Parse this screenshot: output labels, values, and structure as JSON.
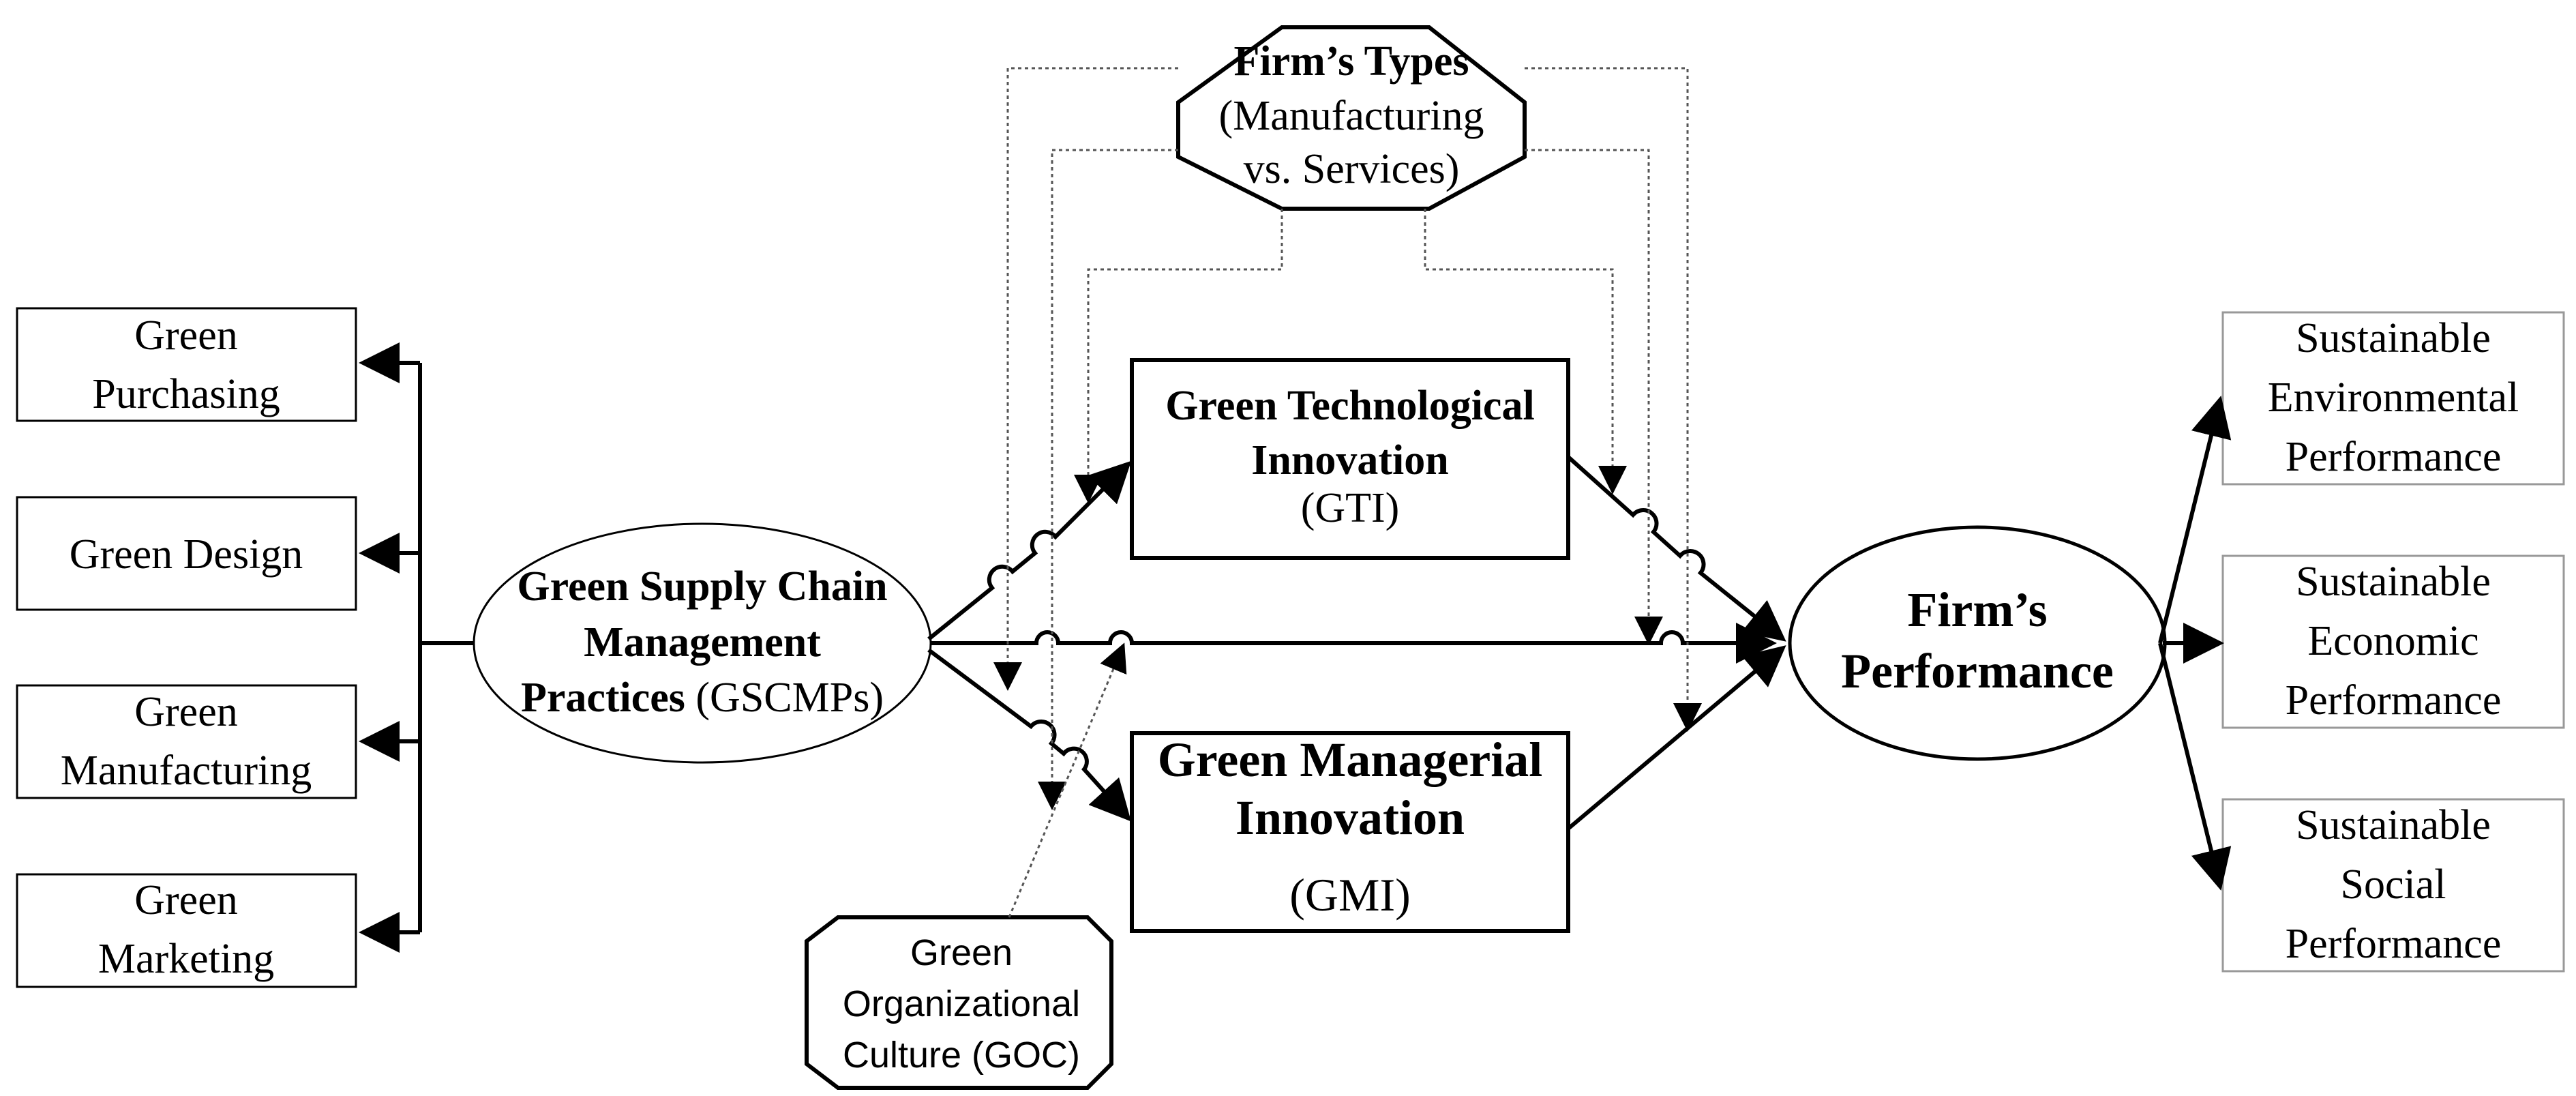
{
  "dimensions_left": {
    "purchasing": [
      "Green",
      "Purchasing"
    ],
    "design": [
      "Green Design"
    ],
    "manufacturing": [
      "Green",
      "Manufacturing"
    ],
    "marketing": [
      "Green",
      "Marketing"
    ]
  },
  "gscmp": {
    "line1": "Green Supply Chain",
    "line2": "Management",
    "line3_bold": "Practices",
    "line3_reg": " (GSCMPs)"
  },
  "firm_types": {
    "line1": "Firm’s Types",
    "line2": "(Manufacturing",
    "line3": "vs. Services)"
  },
  "gti": {
    "line1": "Green Technological",
    "line2": "Innovation",
    "line3": "(GTI)"
  },
  "gmi": {
    "line1": "Green Managerial",
    "line2": "Innovation",
    "line3": "(GMI)"
  },
  "goc": {
    "line1": "Green",
    "line2": "Organizational",
    "line3": "Culture (GOC)"
  },
  "performance": {
    "line1": "Firm’s",
    "line2": "Performance"
  },
  "outcomes": {
    "environmental": [
      "Sustainable",
      "Environmental",
      "Performance"
    ],
    "economic": [
      "Sustainable",
      "Economic",
      "Performance"
    ],
    "social": [
      "Sustainable",
      "Social",
      "Performance"
    ]
  },
  "colors": {
    "line": "#000000",
    "dotted": "#555555",
    "light_border": "#999999"
  }
}
